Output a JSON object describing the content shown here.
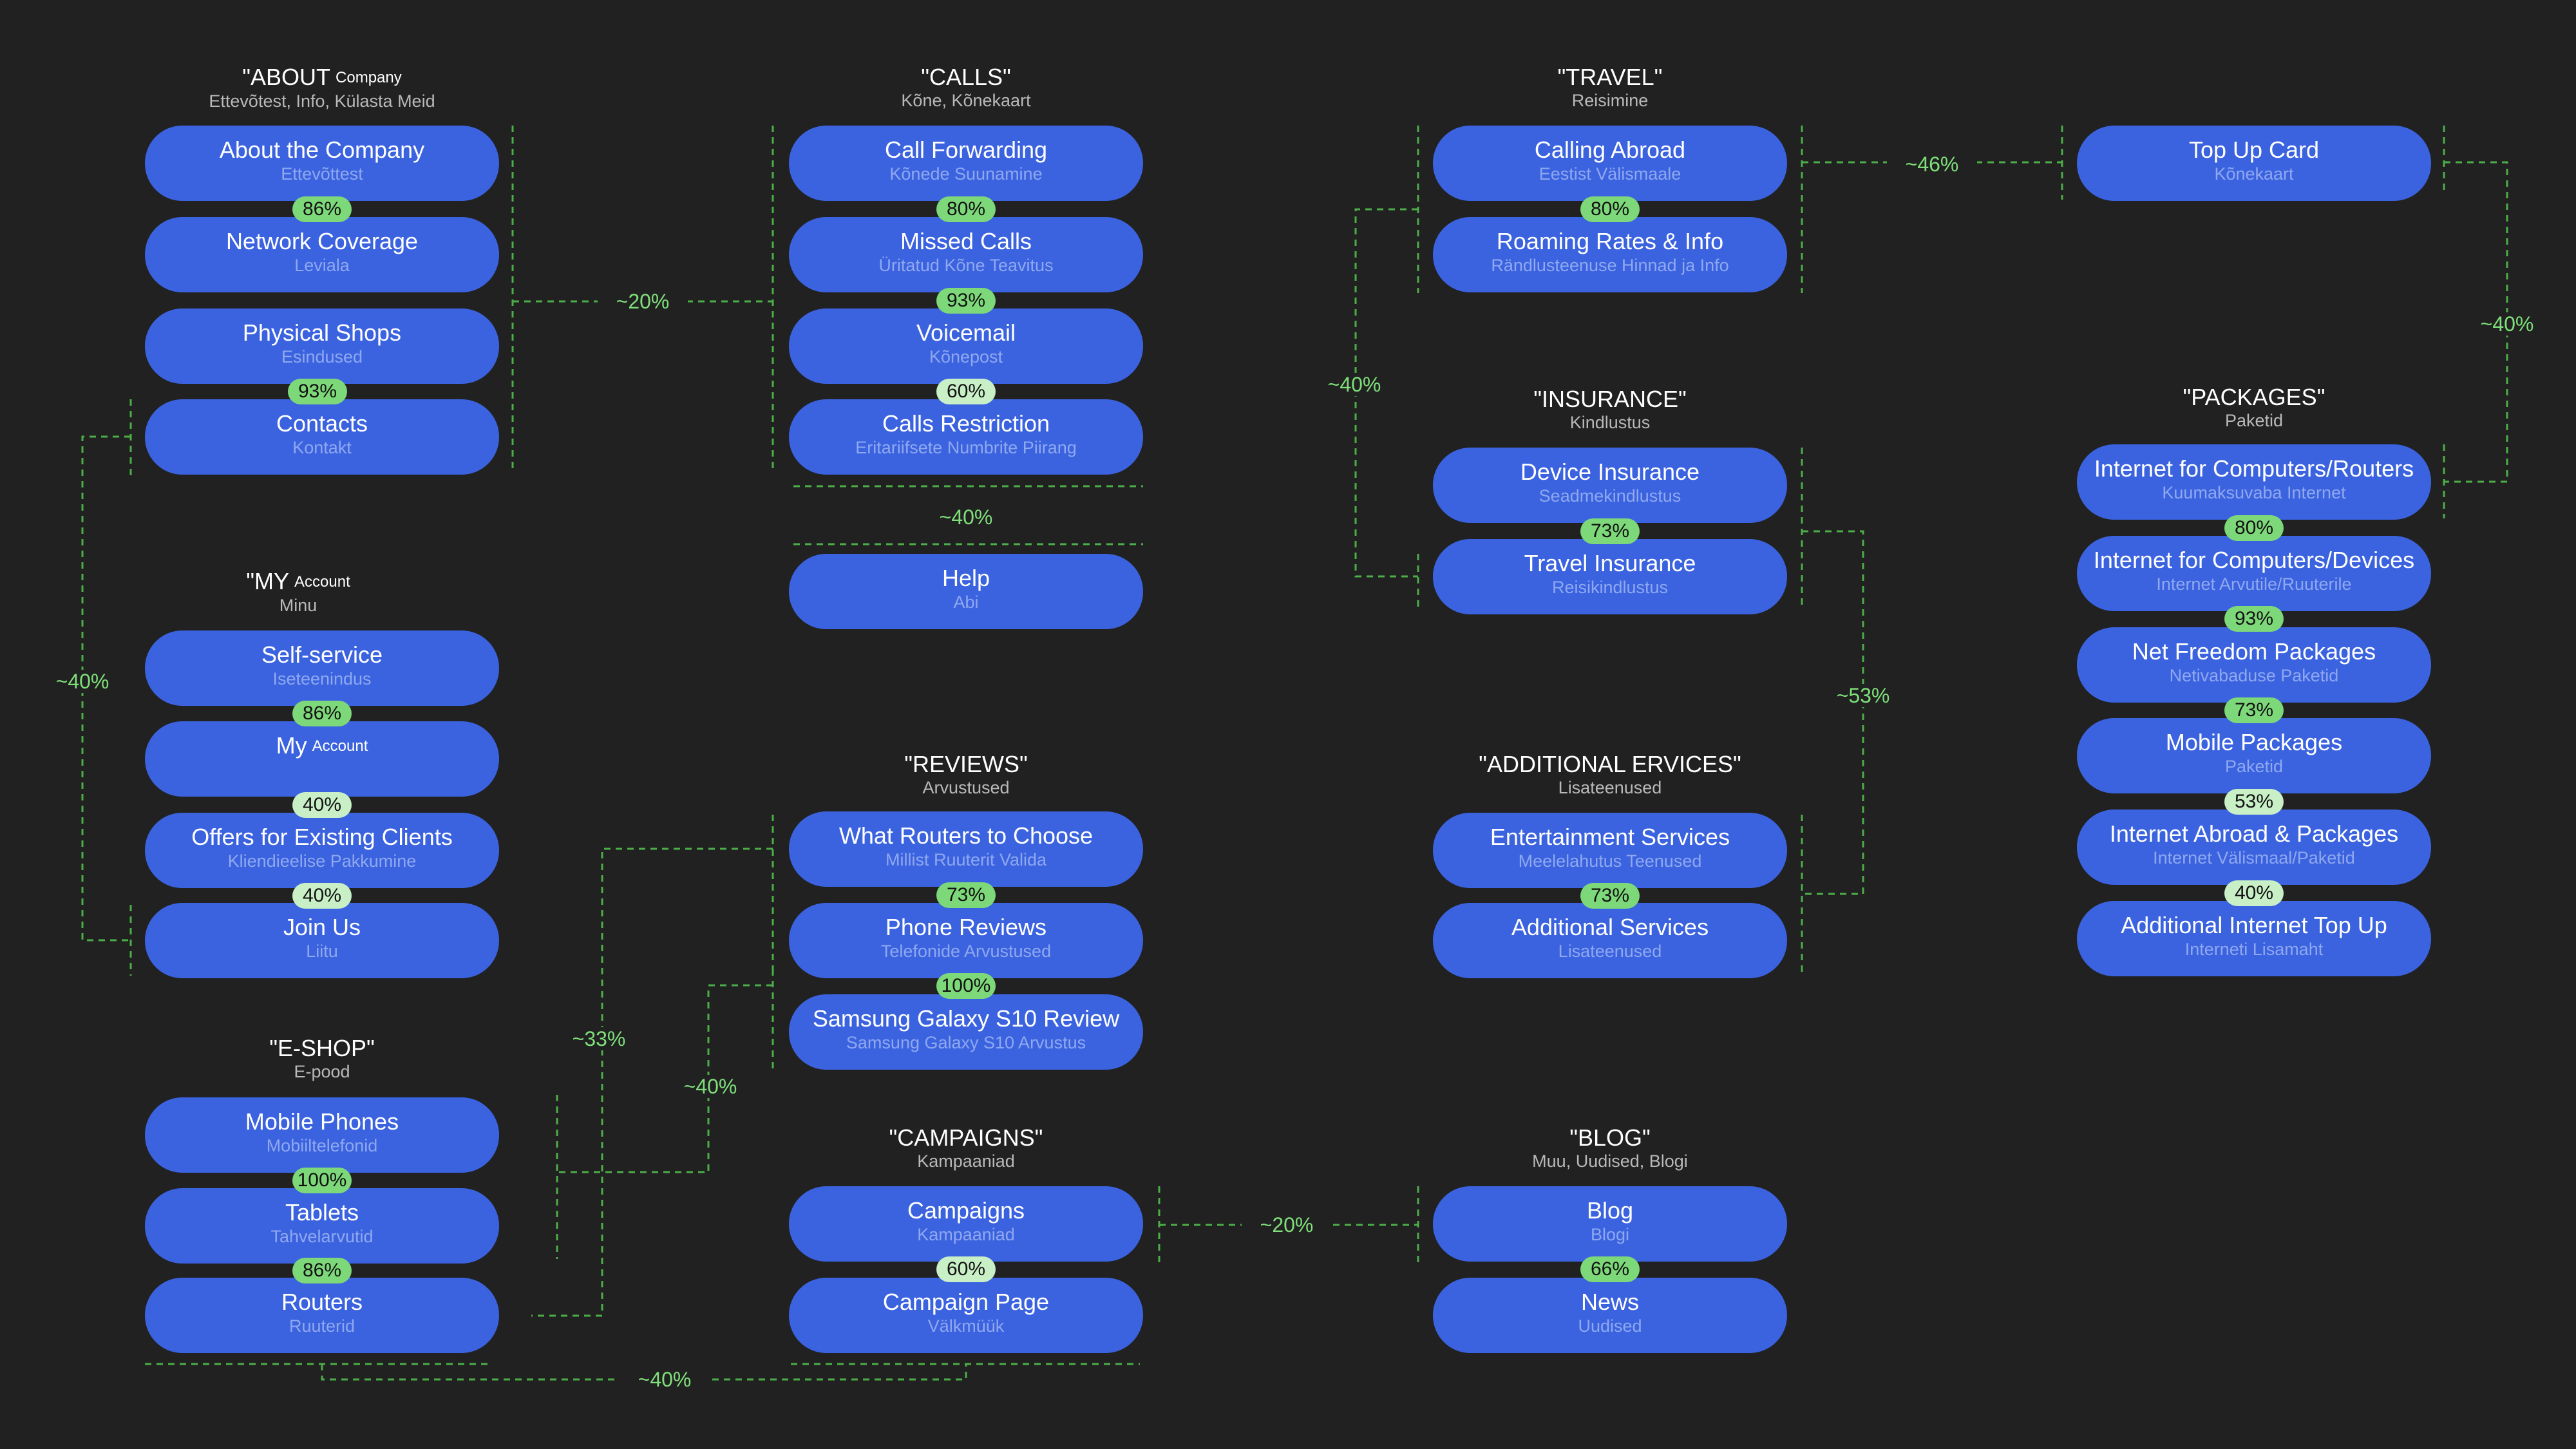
{
  "groups": {
    "about": {
      "title": "\"ABOUT",
      "title_small": "Company",
      "subtitle": "Ettevõtest, Info, Külasta Meid"
    },
    "calls": {
      "title": "\"CALLS\"",
      "subtitle": "Kõne, Kõnekaart"
    },
    "travel": {
      "title": "\"TRAVEL\"",
      "subtitle": "Reisimine"
    },
    "insurance": {
      "title": "\"INSURANCE\"",
      "subtitle": "Kindlustus"
    },
    "packages": {
      "title": "\"PACKAGES\"",
      "subtitle": "Paketid"
    },
    "my": {
      "title": "\"MY",
      "title_small": "Account",
      "subtitle": "Minu"
    },
    "reviews": {
      "title": "\"REVIEWS\"",
      "subtitle": "Arvustused"
    },
    "additional": {
      "title": "\"ADDITIONAL ERVICES\"",
      "subtitle": "Lisateenused"
    },
    "eshop": {
      "title": "\"E-SHOP\"",
      "subtitle": "E-pood"
    },
    "campaigns": {
      "title": "\"CAMPAIGNS\"",
      "subtitle": "Kampaaniad"
    },
    "blog": {
      "title": "\"BLOG\"",
      "subtitle": "Muu, Uudised, Blogi"
    }
  },
  "nodes": {
    "about_company": {
      "label": "About the Company",
      "sub": "Ettevõttest"
    },
    "network_coverage": {
      "label": "Network Coverage",
      "sub": "Leviala"
    },
    "physical_shops": {
      "label": "Physical Shops",
      "sub": "Esindused"
    },
    "contacts": {
      "label": "Contacts",
      "sub": "Kontakt"
    },
    "call_forwarding": {
      "label": "Call Forwarding",
      "sub": "Kõnede Suunamine"
    },
    "missed_calls": {
      "label": "Missed Calls",
      "sub": "Üritatud Kõne Teavitus"
    },
    "voicemail": {
      "label": "Voicemail",
      "sub": "Kõnepost"
    },
    "calls_restriction": {
      "label": "Calls Restriction",
      "sub": "Eritariifsete Numbrite Piirang"
    },
    "help": {
      "label": "Help",
      "sub": "Abi"
    },
    "calling_abroad": {
      "label": "Calling Abroad",
      "sub": "Eestist Välismaale"
    },
    "roaming": {
      "label": "Roaming Rates & Info",
      "sub": "Rändlusteenuse Hinnad ja Info"
    },
    "top_up_card": {
      "label": "Top Up Card",
      "sub": "Kõnekaart"
    },
    "device_insurance": {
      "label": "Device Insurance",
      "sub": "Seadmekindlustus"
    },
    "travel_insurance": {
      "label": "Travel Insurance",
      "sub": "Reisikindlustus"
    },
    "internet_routers": {
      "label": "Internet for Computers/Routers",
      "sub": "Kuumaksuvaba Internet"
    },
    "internet_devices": {
      "label": "Internet for Computers/Devices",
      "sub": "Internet Arvutile/Ruuterile"
    },
    "net_freedom": {
      "label": "Net Freedom Packages",
      "sub": "Netivabaduse Paketid"
    },
    "mobile_packages": {
      "label": "Mobile Packages",
      "sub": "Paketid"
    },
    "internet_abroad": {
      "label": "Internet Abroad & Packages",
      "sub": "Internet Välismaal/Paketid"
    },
    "additional_top_up": {
      "label": "Additional Internet Top Up",
      "sub": "Interneti Lisamaht"
    },
    "self_service": {
      "label": "Self-service",
      "sub": "Iseteenindus"
    },
    "my_account": {
      "label": "My",
      "label_small": "Account",
      "sub": ""
    },
    "offers_existing": {
      "label": "Offers for Existing Clients",
      "sub": "Kliendieelise Pakkumine"
    },
    "join_us": {
      "label": "Join Us",
      "sub": "Liitu"
    },
    "what_routers": {
      "label": "What Routers to Choose",
      "sub": "Millist Ruuterit Valida"
    },
    "phone_reviews": {
      "label": "Phone Reviews",
      "sub": "Telefonide Arvustused"
    },
    "samsung_review": {
      "label": "Samsung Galaxy S10 Review",
      "sub": "Samsung Galaxy S10 Arvustus"
    },
    "entertainment": {
      "label": "Entertainment Services",
      "sub": "Meelelahutus Teenused"
    },
    "additional_services": {
      "label": "Additional Services",
      "sub": "Lisateenused"
    },
    "mobile_phones": {
      "label": "Mobile Phones",
      "sub": "Mobiiltelefonid"
    },
    "tablets": {
      "label": "Tablets",
      "sub": "Tahvelarvutid"
    },
    "routers": {
      "label": "Routers",
      "sub": "Ruuterid"
    },
    "campaigns": {
      "label": "Campaigns",
      "sub": "Kampaaniad"
    },
    "campaign_page": {
      "label": "Campaign Page",
      "sub": "Välkmüük"
    },
    "blog": {
      "label": "Blog",
      "sub": "Blogi"
    },
    "news": {
      "label": "News",
      "sub": "Uudised"
    }
  },
  "badges": {
    "about_1": "86%",
    "about_3": "93%",
    "calls_1": "80%",
    "calls_2": "93%",
    "calls_3": "60%",
    "travel_1": "80%",
    "insurance_1": "73%",
    "packages_1": "80%",
    "packages_2": "93%",
    "packages_3": "73%",
    "packages_4": "53%",
    "packages_5": "40%",
    "my_1": "86%",
    "my_2": "40%",
    "my_3": "40%",
    "reviews_1": "73%",
    "reviews_2": "100%",
    "additional_1": "73%",
    "eshop_1": "100%",
    "eshop_2": "86%",
    "campaigns_1": "60%",
    "blog_1": "66%"
  },
  "edges": {
    "about_calls": "~20%",
    "calls_help": "~40%",
    "about_my": "~40%",
    "travel_insurance": "~40%",
    "travel_topup": "~46%",
    "topup_packages": "~40%",
    "insurance_additional": "~53%",
    "eshop_reviews_a": "~33%",
    "eshop_reviews_b": "~40%",
    "campaigns_blog": "~20%",
    "eshop_campaigns": "~40%"
  },
  "colors": {
    "background": "#212121",
    "pill": "#3b63df",
    "pill_subtext": "#8fa8f0",
    "badge_strong": "#7dd879",
    "badge_light": "#c8efc6",
    "connector": "#4cae48",
    "connector_label": "#7fe07a"
  }
}
